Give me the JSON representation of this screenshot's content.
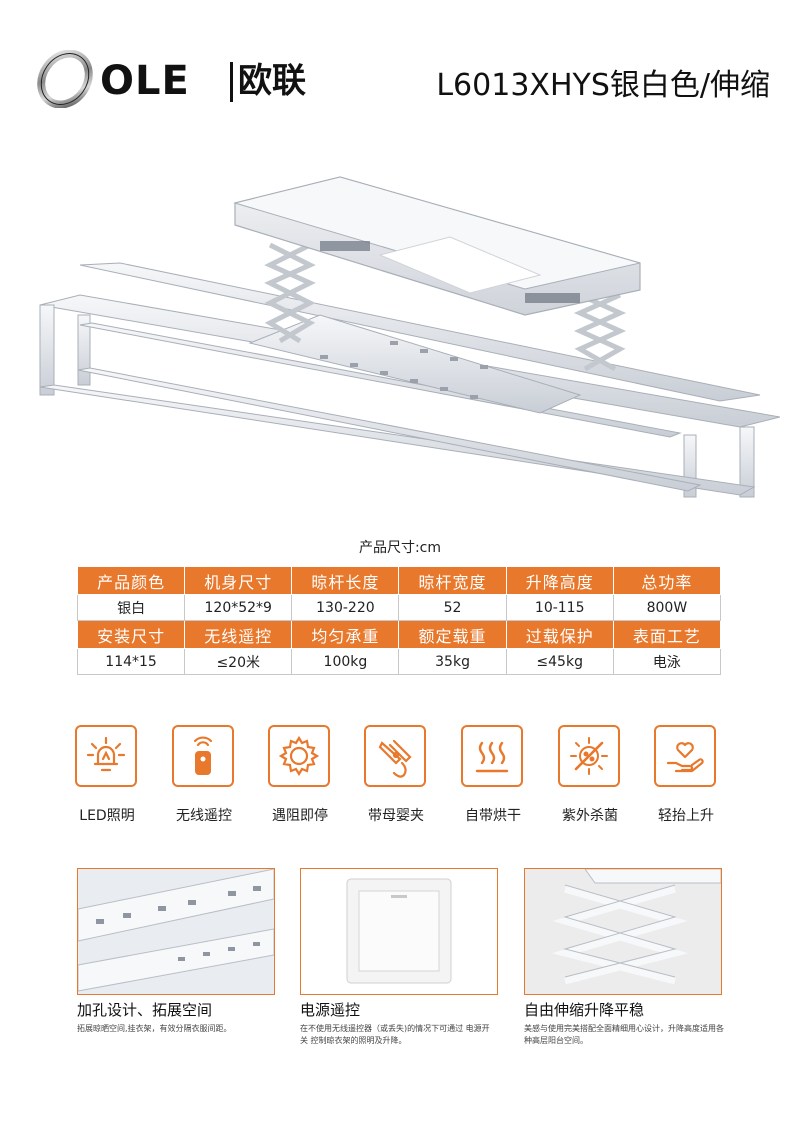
{
  "header": {
    "brand_en": "OLE",
    "brand_cn": "欧联",
    "model_title": "L6013XHYS银白色/伸缩"
  },
  "specs": {
    "unit_label": "产品尺寸:cm",
    "row1_headers": [
      "产品颜色",
      "机身尺寸",
      "晾杆长度",
      "晾杆宽度",
      "升降高度",
      "总功率"
    ],
    "row1_values": [
      "银白",
      "120*52*9",
      "130-220",
      "52",
      "10-115",
      "800W"
    ],
    "row2_headers": [
      "安装尺寸",
      "无线遥控",
      "均匀承重",
      "额定载重",
      "过载保护",
      "表面工艺"
    ],
    "row2_values": [
      "114*15",
      "≤20米",
      "100kg",
      "35kg",
      "≤45kg",
      "电泳"
    ]
  },
  "features": [
    {
      "label": "LED照明",
      "icon": "led-light-icon"
    },
    {
      "label": "无线遥控",
      "icon": "remote-control-icon"
    },
    {
      "label": "遇阻即停",
      "icon": "gear-icon"
    },
    {
      "label": "带母婴夹",
      "icon": "clip-icon"
    },
    {
      "label": "自带烘干",
      "icon": "heat-dry-icon"
    },
    {
      "label": "紫外杀菌",
      "icon": "uv-sterilize-icon"
    },
    {
      "label": "轻抬上升",
      "icon": "hand-heart-icon"
    }
  ],
  "details": [
    {
      "title": "加孔设计、拓展空间",
      "desc": "拓展晾晒空间,挂衣架，有效分隔衣服间距。"
    },
    {
      "title": "电源遥控",
      "desc": "在不使用无线遥控器（或丢失)的情况下可通过 电源开关 控制晾衣架的照明及升降。"
    },
    {
      "title": "自由伸缩升降平稳",
      "desc": "美感与使用完美搭配全面精细用心设计，升降高度适用各种高层阳台空间。"
    }
  ],
  "colors": {
    "accent": "#e8782c",
    "frame": "#e6e9ee"
  }
}
